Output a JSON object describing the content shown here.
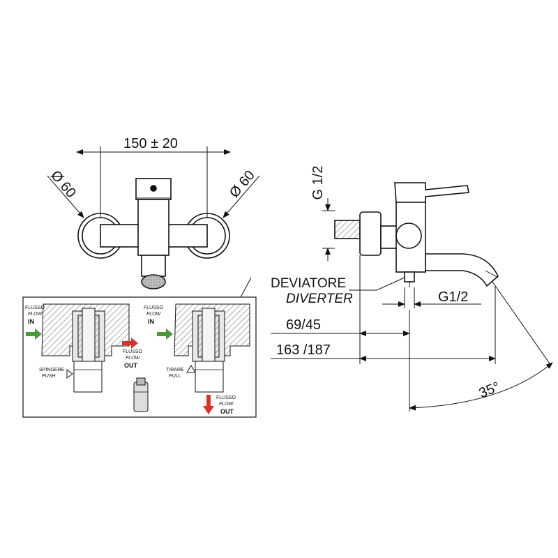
{
  "front_view": {
    "width_dim": "150 ± 20",
    "dia_left": "Ø 60",
    "dia_right": "Ø 60"
  },
  "side_view": {
    "thread_label": "G 1/2",
    "diverter_it": "DEVIATORE",
    "diverter_en": "DIVERTER",
    "outlet_thread": "G1/2",
    "dim_spout": "69/45",
    "dim_total": "163 /187",
    "angle": "35°"
  },
  "inset": {
    "left": {
      "in_it": "FLUSSO",
      "in_en": "FLOW",
      "in_word": "IN",
      "out_it": "FLUSSO",
      "out_en": "FLOW",
      "out_word": "OUT",
      "action_it": "SPINGERE",
      "action_en": "PUSH"
    },
    "right": {
      "in_it": "FLUSSO",
      "in_en": "FLOW",
      "in_word": "IN",
      "out_it": "FLUSSO",
      "out_en": "FLOW",
      "out_word": "OUT",
      "action_it": "TIRARE",
      "action_en": "PULL"
    }
  },
  "colors": {
    "line": "#111111",
    "flow_in": "#4a9a3a",
    "flow_out": "#d6332a",
    "hatch": "#9a9a9a"
  }
}
